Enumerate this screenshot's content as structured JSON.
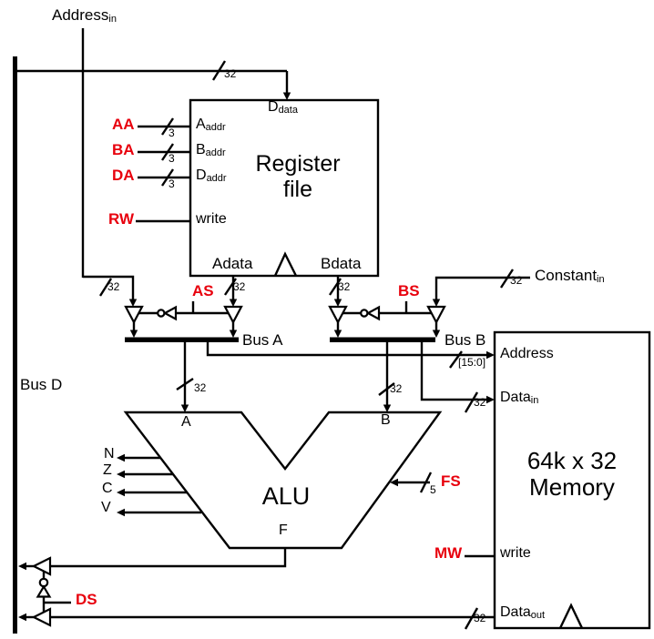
{
  "colors": {
    "wire": "#000000",
    "control": "#e8000d",
    "background": "#ffffff"
  },
  "diagram": {
    "inputs": {
      "address_in": {
        "text": "Address",
        "sub": "in"
      },
      "constant_in": {
        "text": "Constant",
        "sub": "in"
      }
    },
    "buses": {
      "bus_a": "Bus A",
      "bus_b": "Bus B",
      "bus_d": "Bus D"
    },
    "register_file": {
      "title": [
        "Register",
        "file"
      ],
      "ports": {
        "ddata": {
          "text": "D",
          "sub": "data"
        },
        "aaddr": {
          "text": "A",
          "sub": "addr"
        },
        "baddr": {
          "text": "B",
          "sub": "addr"
        },
        "daddr": {
          "text": "D",
          "sub": "addr"
        },
        "write": "write",
        "adata": "Adata",
        "bdata": "Bdata"
      }
    },
    "alu": {
      "title": "ALU",
      "input_a": "A",
      "input_b": "B",
      "output_f": "F",
      "flags": [
        "N",
        "Z",
        "C",
        "V"
      ]
    },
    "memory": {
      "title": [
        "64k x 32",
        "Memory"
      ],
      "ports": {
        "address": "Address",
        "data_in": {
          "text": "Data",
          "sub": "in"
        },
        "write": "write",
        "data_out": {
          "text": "Data",
          "sub": "out"
        }
      }
    },
    "control_signals": {
      "aa": "AA",
      "ba": "BA",
      "da": "DA",
      "rw": "RW",
      "as": "AS",
      "bs": "BS",
      "fs": "FS",
      "mw": "MW",
      "ds": "DS"
    },
    "bus_widths": {
      "data": "32",
      "reg_addr": "3",
      "alu_fs": "5",
      "mem_addr": "[15:0]"
    }
  }
}
